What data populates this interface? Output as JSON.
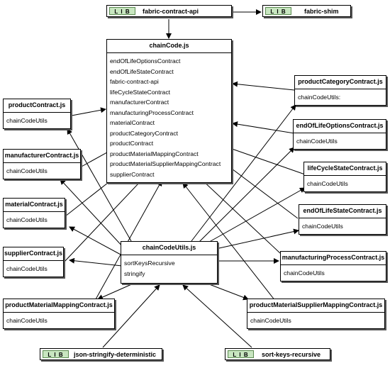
{
  "nodes": {
    "fabric_contract_api": {
      "tag": "L I B",
      "name": "fabric-contract-api"
    },
    "fabric_shim": {
      "tag": "L I B",
      "name": "fabric-shim"
    },
    "json_stringify_deterministic": {
      "tag": "L I B",
      "name": "json-stringify-deterministic"
    },
    "sort_keys_recursive": {
      "tag": "L I B",
      "name": "sort-keys-recursive"
    },
    "chaincode": {
      "title": "chainCode.js",
      "items": [
        "endOfLifeOptionsContract",
        "endOfLifeStateContract",
        "fabric-contract-api",
        "lifeCycleStateContract",
        "manufacturerContract",
        "manufacturingProcessContract",
        "materialContract",
        "productCategoryContract",
        "productContract",
        "productMaterialMappingContract",
        "productMaterialSupplierMappingContract",
        "supplierContract"
      ]
    },
    "chaincodeutils": {
      "title": "chainCodeUtils.js",
      "items": [
        "sortKeysRecursive",
        "stringify"
      ]
    },
    "productContract": {
      "title": "productContract.js",
      "item": "chainCodeUtils"
    },
    "manufacturerContract": {
      "title": "manufacturerContract.js",
      "item": "chainCodeUtils"
    },
    "materialContract": {
      "title": "materialContract.js",
      "item": "chainCodeUtils"
    },
    "supplierContract": {
      "title": "supplierContract.js",
      "item": "chainCodeUtils"
    },
    "productMaterialMappingContract": {
      "title": "productMaterialMappingContract.js",
      "item": "chainCodeUtils"
    },
    "productCategoryContract": {
      "title": "productCategoryContract.js",
      "item": "chainCodeUtils:"
    },
    "endOfLifeOptionsContract": {
      "title": "endOfLifeOptionsContract.js",
      "item": "chainCodeUtils"
    },
    "lifeCycleStateContract": {
      "title": "lifeCycleStateContract.js",
      "item": "chainCodeUtils"
    },
    "endOfLifeStateContract": {
      "title": "endOfLifeStateContract.js",
      "item": "chainCodeUtils"
    },
    "manufacturingProcessContract": {
      "title": "manufacturingProcessContract.js",
      "item": "chainCodeUtils"
    },
    "productMaterialSupplierMappingContract": {
      "title": "productMaterialSupplierMappingContract.js",
      "item": "chainCodeUtils"
    }
  }
}
